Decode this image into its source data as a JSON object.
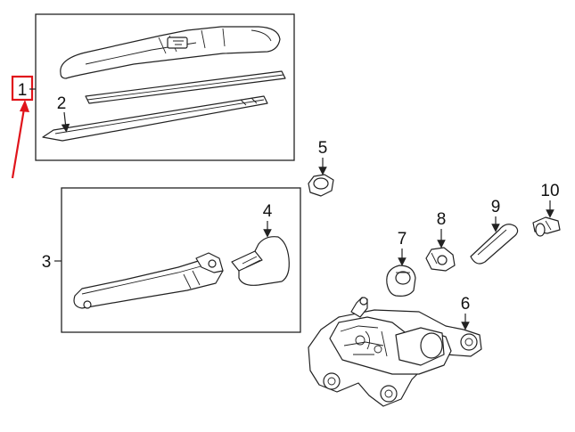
{
  "diagram": {
    "callouts": [
      {
        "id": "1",
        "label": "1"
      },
      {
        "id": "2",
        "label": "2"
      },
      {
        "id": "3",
        "label": "3"
      },
      {
        "id": "4",
        "label": "4"
      },
      {
        "id": "5",
        "label": "5"
      },
      {
        "id": "6",
        "label": "6"
      },
      {
        "id": "7",
        "label": "7"
      },
      {
        "id": "8",
        "label": "8"
      },
      {
        "id": "9",
        "label": "9"
      },
      {
        "id": "10",
        "label": "10"
      }
    ],
    "highlight": {
      "callout_id": "1",
      "color": "#e0141b"
    },
    "line_color": "#222222"
  }
}
